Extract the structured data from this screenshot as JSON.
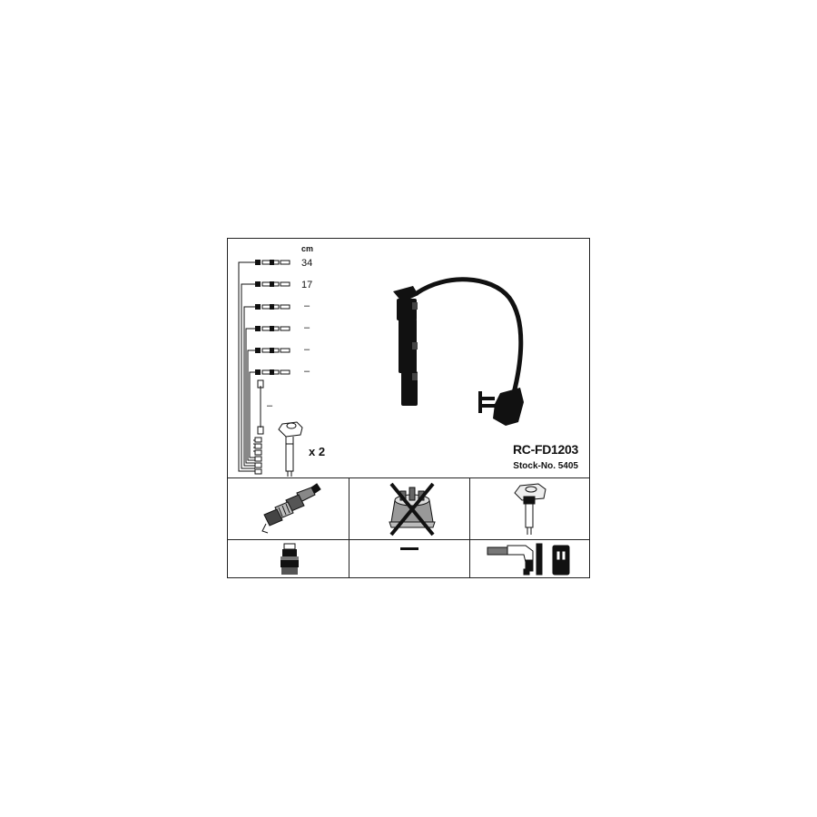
{
  "unit_label": "cm",
  "lengths": [
    "34",
    "17",
    "–",
    "–",
    "–",
    "–",
    "–"
  ],
  "quantity_label": "x 2",
  "part_number": "RC-FD1203",
  "stock_number": "Stock-No. 5405",
  "distributor_cell": "—",
  "icons": [
    "spark-plug-icon",
    "distributor-cap-not-applicable-icon",
    "ignition-coil-icon",
    "plug-boot-icon",
    "coil-connector-icon"
  ]
}
